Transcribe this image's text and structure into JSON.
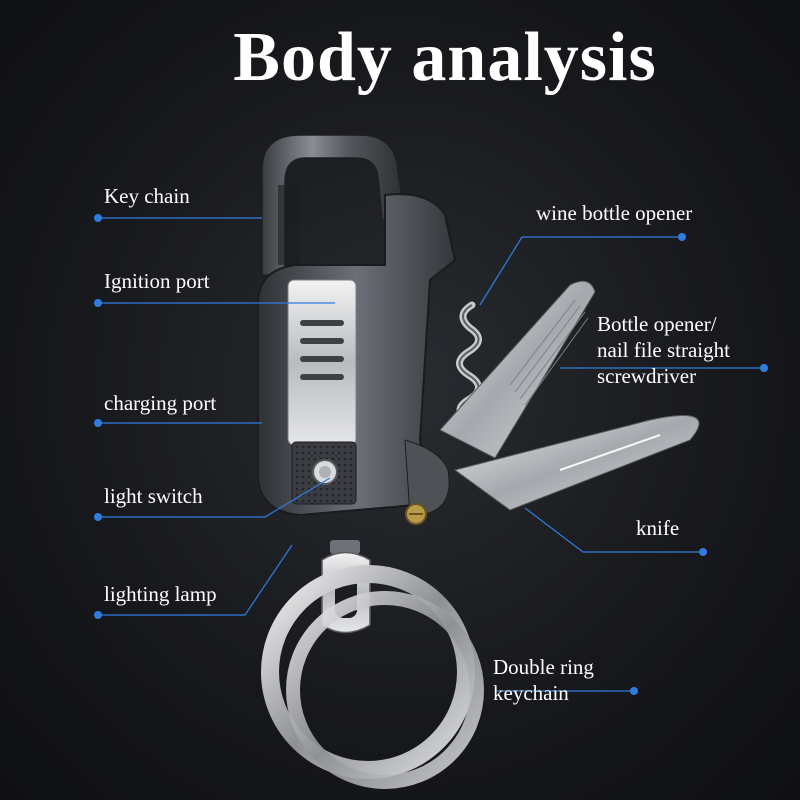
{
  "title": "Body analysis",
  "accent_color": "#2f7de0",
  "labels": {
    "key_chain": "Key chain",
    "ignition_port": "Ignition port",
    "charging_port": "charging port",
    "light_switch": "light switch",
    "lighting_lamp": "lighting lamp",
    "wine_bottle_opener": "wine bottle opener",
    "bottle_opener_line1": "Bottle opener/",
    "bottle_opener_line2": "nail file straight",
    "bottle_opener_line3": "screwdriver",
    "knife": "knife",
    "double_ring_line1": "Double ring",
    "double_ring_line2": "keychain"
  }
}
